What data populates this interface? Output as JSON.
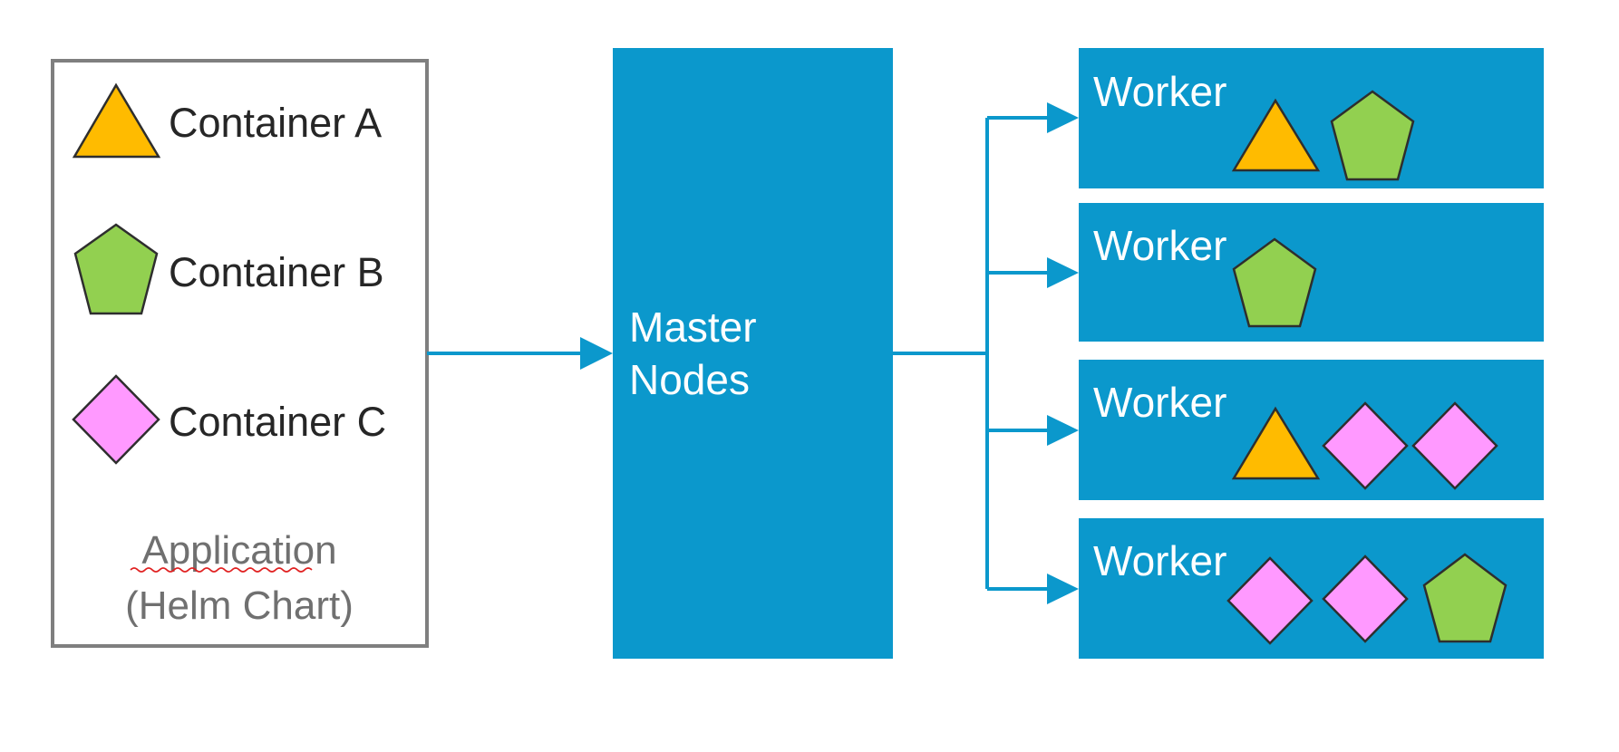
{
  "colors": {
    "accent": "#0b98cc",
    "triangle": "#ffbb00",
    "pentagon": "#92d050",
    "diamond": "#ff99ff",
    "outline": "#2e2e2e",
    "legend_border": "#7f7f7f",
    "legend_text": "#262626",
    "caption_text": "#707070",
    "worker_text": "#ffffff"
  },
  "legend": {
    "items": [
      {
        "shape": "triangle",
        "label": "Container A"
      },
      {
        "shape": "pentagon",
        "label": "Container B"
      },
      {
        "shape": "diamond",
        "label": "Container C"
      }
    ],
    "caption_line1": "Application",
    "caption_line2": "(Helm Chart)"
  },
  "master": {
    "line1": "Master",
    "line2": "Nodes"
  },
  "workers": [
    {
      "label": "Worker",
      "containers": [
        "triangle",
        "pentagon"
      ]
    },
    {
      "label": "Worker",
      "containers": [
        "pentagon"
      ]
    },
    {
      "label": "Worker",
      "containers": [
        "triangle",
        "diamond",
        "diamond"
      ]
    },
    {
      "label": "Worker",
      "containers": [
        "diamond",
        "diamond",
        "pentagon"
      ]
    }
  ]
}
